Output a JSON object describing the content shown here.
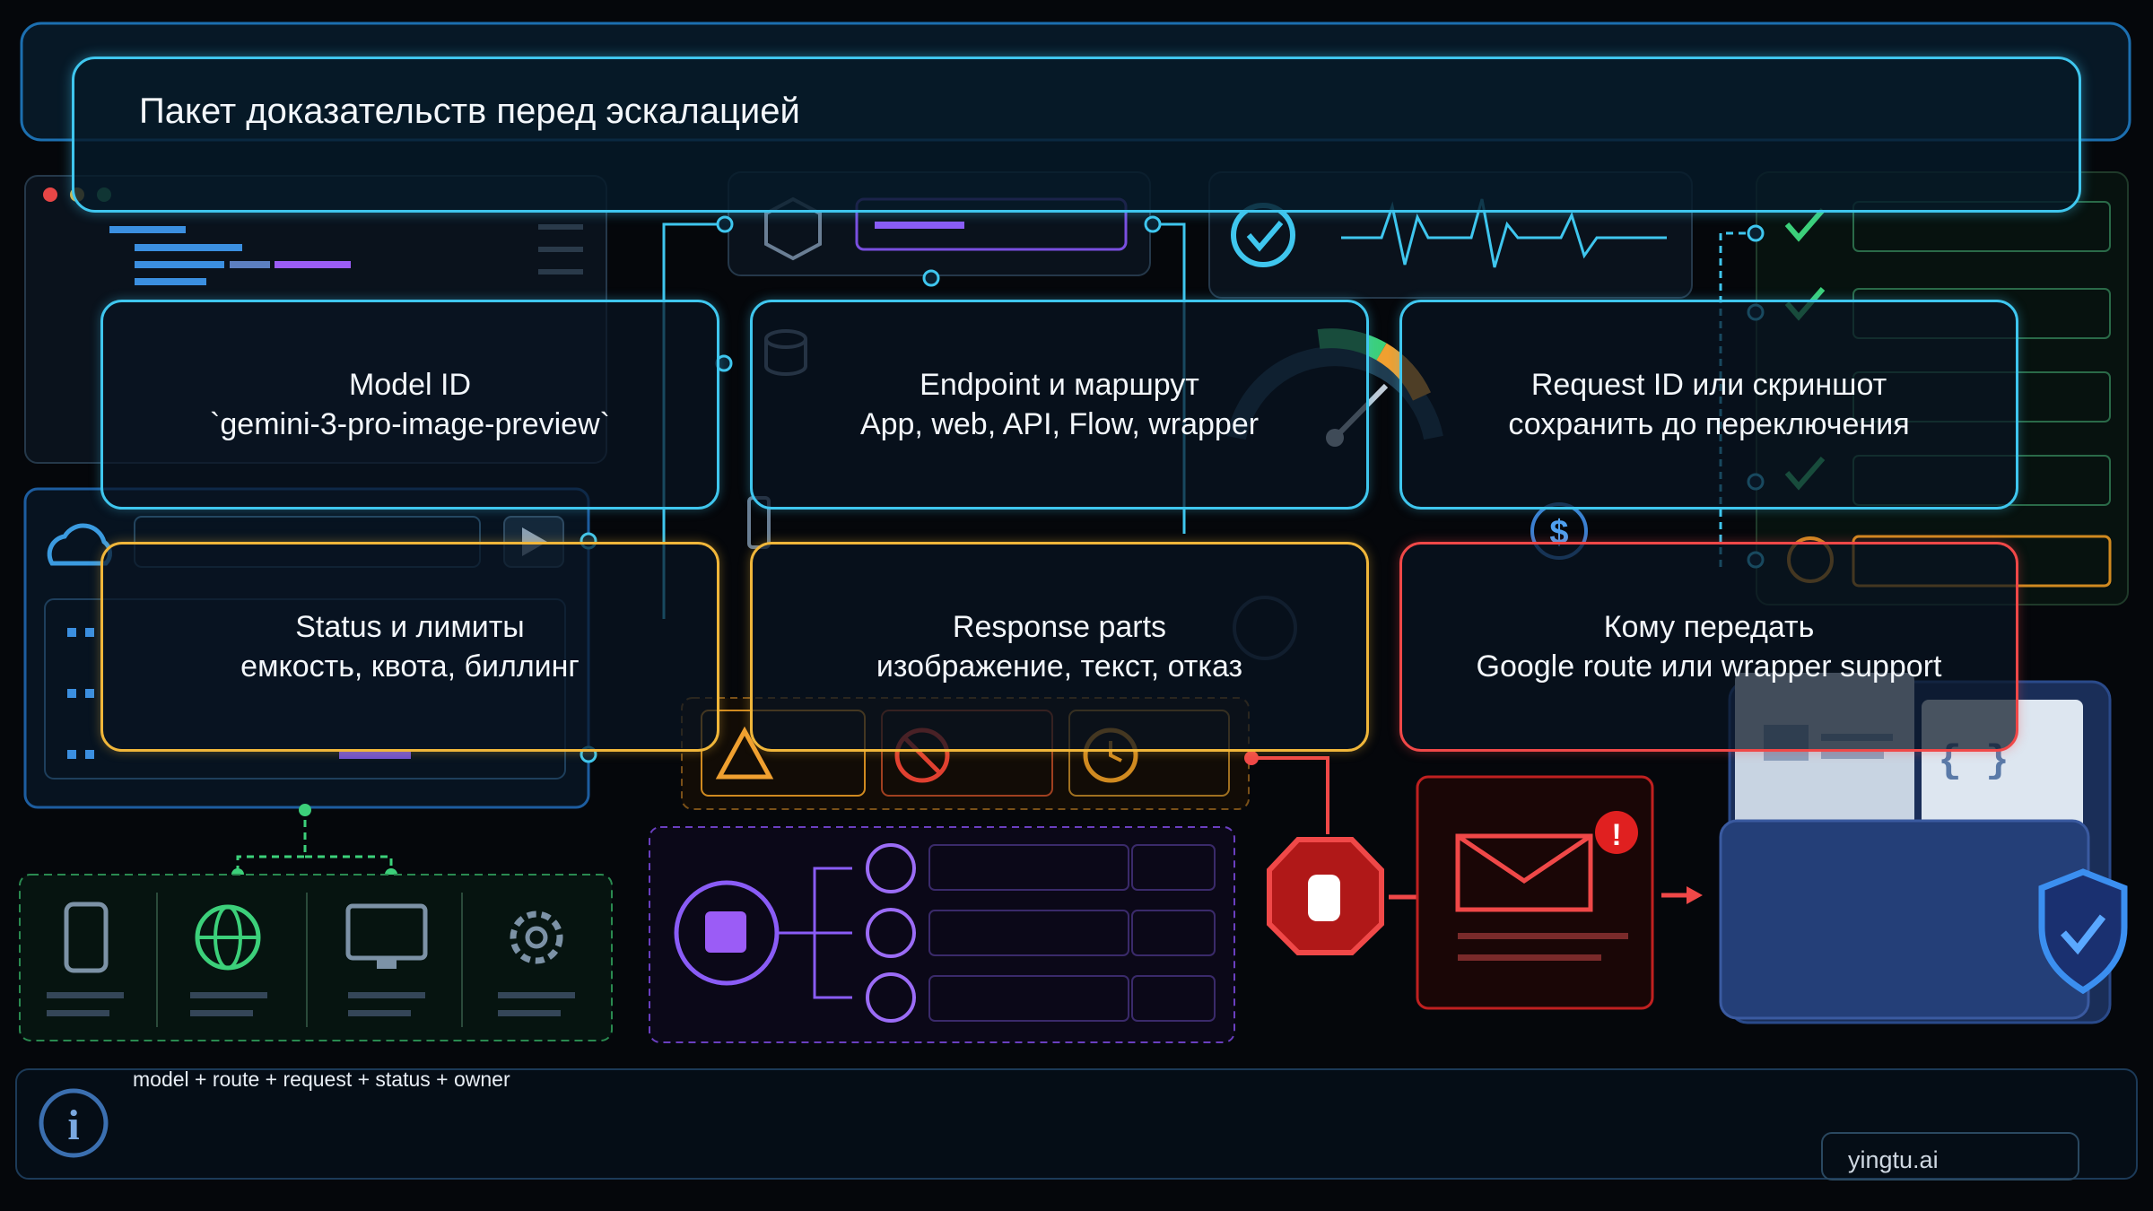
{
  "title": "Пакет доказательств перед эскалацией",
  "cards": [
    {
      "title": "Model ID",
      "subtitle": "`gemini-3-pro-image-preview`",
      "accent": "#3fc6ee"
    },
    {
      "title": "Endpoint и маршрут",
      "subtitle": "App, web, API, Flow, wrapper",
      "accent": "#3fc6ee"
    },
    {
      "title": "Request ID или скриншот",
      "subtitle": "сохранить до переключения",
      "accent": "#3fc6ee"
    },
    {
      "title": "Status и лимиты",
      "subtitle": "емкость, квота, биллинг",
      "accent": "#f0b63a"
    },
    {
      "title": "Response parts",
      "subtitle": "изображение, текст, отказ",
      "accent": "#f0b63a"
    },
    {
      "title": "Кому передать",
      "subtitle": "Google route или wrapper support",
      "accent": "#f04848"
    }
  ],
  "footer": {
    "note": "model + route + request + status + owner",
    "brand": "yingtu.ai"
  },
  "icons": [
    "cloud-icon",
    "play-icon",
    "phone-icon",
    "globe-icon",
    "monitor-icon",
    "gear-icon",
    "cube-icon",
    "database-icon",
    "clipboard-icon",
    "check-circle-icon",
    "gauge-icon",
    "dollar-icon",
    "user-icon",
    "warning-icon",
    "ban-icon",
    "clock-icon",
    "puzzle-icon",
    "stop-hand-icon",
    "mail-alert-icon",
    "folder-shield-icon",
    "info-icon"
  ],
  "colors": {
    "cyan": "#3fc6ee",
    "yellow": "#f0b63a",
    "red": "#f04848",
    "green": "#3cd07a",
    "purple": "#9b5cf6"
  }
}
